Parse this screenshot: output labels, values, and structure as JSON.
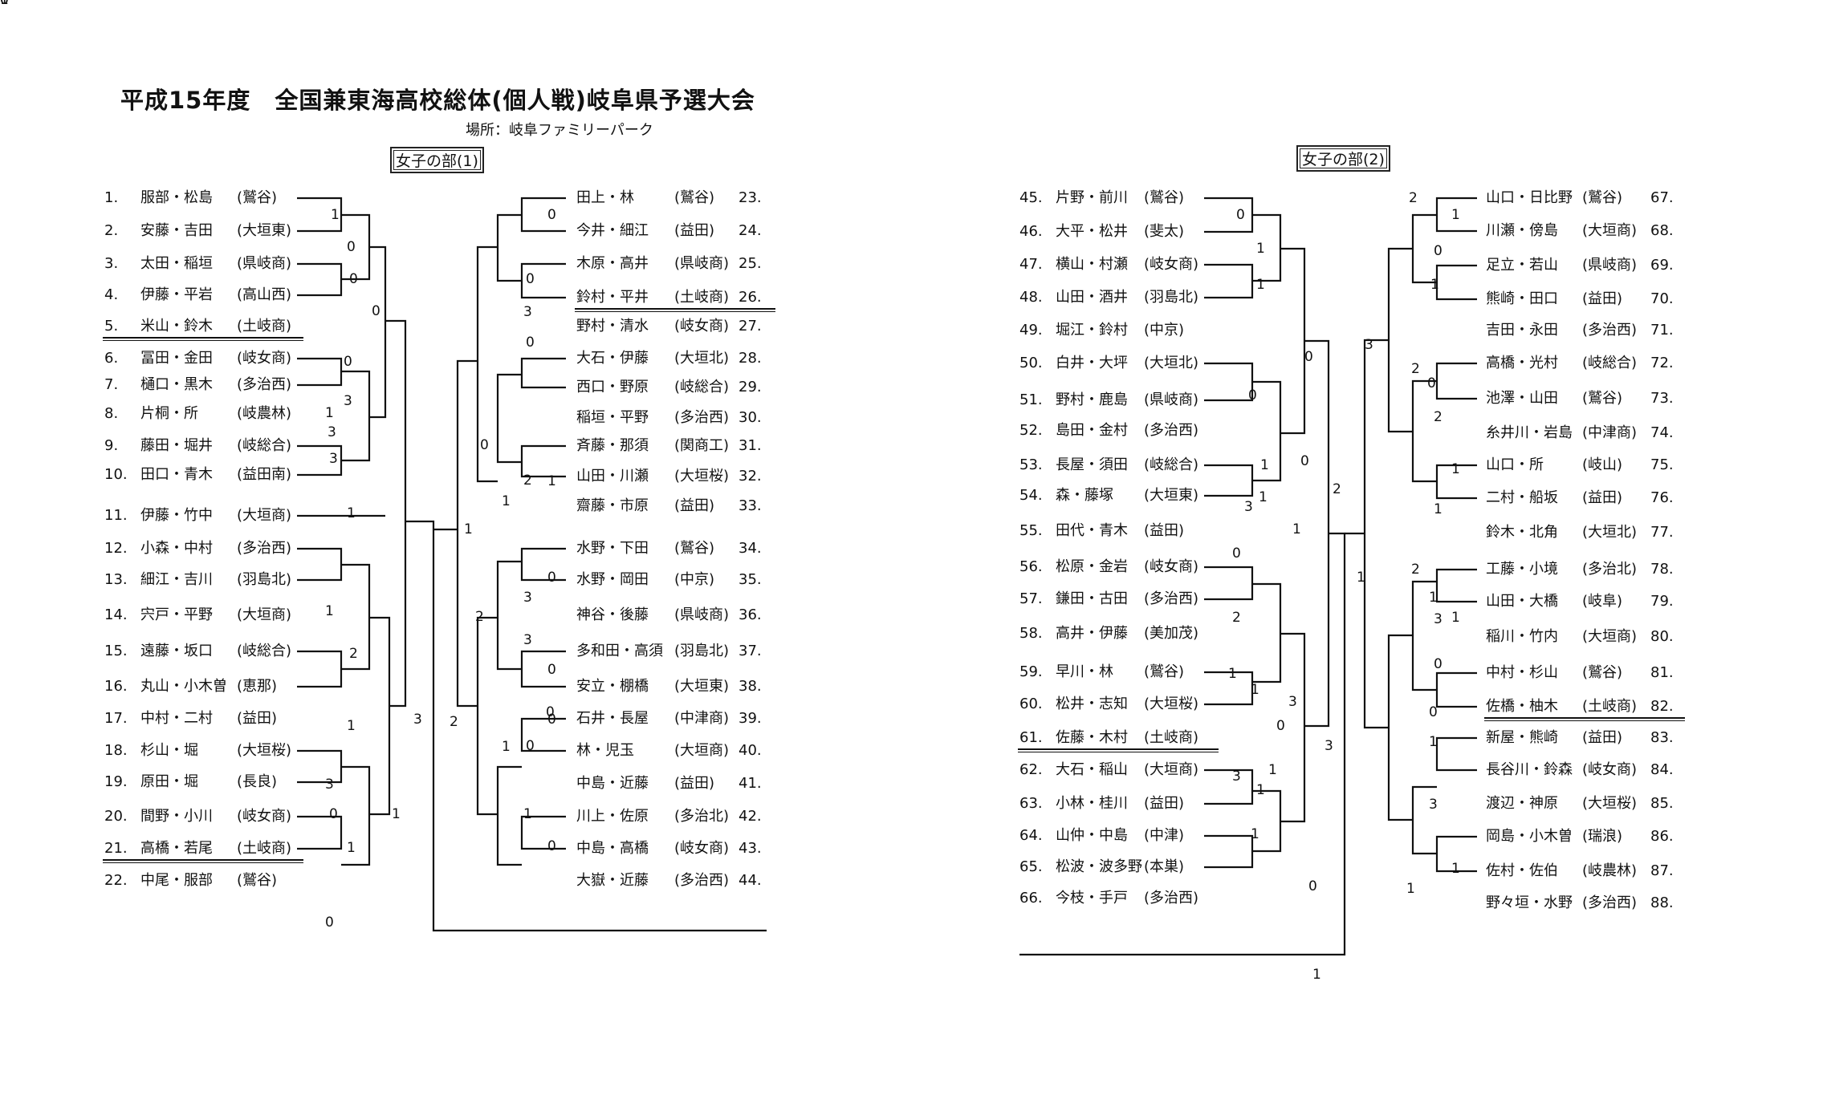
{
  "header": {
    "title": "平成15年度　全国兼東海高校総体(個人戦)岐阜県予選大会",
    "venue": "場所：岐阜ファミリーパーク"
  },
  "sections": [
    {
      "label": "女子の部(1)"
    },
    {
      "label": "女子の部(2)"
    }
  ],
  "entries": [
    {
      "no": "1.",
      "names": "服部・松島",
      "school": "(鷲谷)"
    },
    {
      "no": "2.",
      "names": "安藤・吉田",
      "school": "(大垣東)"
    },
    {
      "no": "3.",
      "names": "太田・稲垣",
      "school": "(県岐商)"
    },
    {
      "no": "4.",
      "names": "伊藤・平岩",
      "school": "(高山西)"
    },
    {
      "no": "5.",
      "names": "米山・鈴木",
      "school": "(土岐商)"
    },
    {
      "no": "6.",
      "names": "冨田・金田",
      "school": "(岐女商)"
    },
    {
      "no": "7.",
      "names": "樋口・黒木",
      "school": "(多治西)"
    },
    {
      "no": "8.",
      "names": "片桐・所",
      "school": "(岐農林)"
    },
    {
      "no": "9.",
      "names": "藤田・堀井",
      "school": "(岐総合)"
    },
    {
      "no": "10.",
      "names": "田口・青木",
      "school": "(益田南)"
    },
    {
      "no": "11.",
      "names": "伊藤・竹中",
      "school": "(大垣商)"
    },
    {
      "no": "12.",
      "names": "小森・中村",
      "school": "(多治西)"
    },
    {
      "no": "13.",
      "names": "細江・吉川",
      "school": "(羽島北)"
    },
    {
      "no": "14.",
      "names": "宍戸・平野",
      "school": "(大垣商)"
    },
    {
      "no": "15.",
      "names": "遠藤・坂口",
      "school": "(岐総合)"
    },
    {
      "no": "16.",
      "names": "丸山・小木曽",
      "school": "(恵那)"
    },
    {
      "no": "17.",
      "names": "中村・二村",
      "school": "(益田)"
    },
    {
      "no": "18.",
      "names": "杉山・堀",
      "school": "(大垣桜)"
    },
    {
      "no": "19.",
      "names": "原田・堀",
      "school": "(長良)"
    },
    {
      "no": "20.",
      "names": "間野・小川",
      "school": "(岐女商)"
    },
    {
      "no": "21.",
      "names": "高橋・若尾",
      "school": "(土岐商)"
    },
    {
      "no": "22.",
      "names": "中尾・服部",
      "school": "(鷲谷)"
    },
    {
      "no": "23.",
      "names": "田上・林",
      "school": "(鷲谷)"
    },
    {
      "no": "24.",
      "names": "今井・細江",
      "school": "(益田)"
    },
    {
      "no": "25.",
      "names": "木原・高井",
      "school": "(県岐商)"
    },
    {
      "no": "26.",
      "names": "鈴村・平井",
      "school": "(土岐商)"
    },
    {
      "no": "27.",
      "names": "野村・清水",
      "school": "(岐女商)"
    },
    {
      "no": "28.",
      "names": "大石・伊藤",
      "school": "(大垣北)"
    },
    {
      "no": "29.",
      "names": "西口・野原",
      "school": "(岐総合)"
    },
    {
      "no": "30.",
      "names": "稲垣・平野",
      "school": "(多治西)"
    },
    {
      "no": "31.",
      "names": "斉藤・那須",
      "school": "(関商工)"
    },
    {
      "no": "32.",
      "names": "山田・川瀬",
      "school": "(大垣桜)"
    },
    {
      "no": "33.",
      "names": "齋藤・市原",
      "school": "(益田)"
    },
    {
      "no": "34.",
      "names": "水野・下田",
      "school": "(鷲谷)"
    },
    {
      "no": "35.",
      "names": "水野・岡田",
      "school": "(中京)"
    },
    {
      "no": "36.",
      "names": "神谷・後藤",
      "school": "(県岐商)"
    },
    {
      "no": "37.",
      "names": "多和田・高須",
      "school": "(羽島北)"
    },
    {
      "no": "38.",
      "names": "安立・棚橋",
      "school": "(大垣東)"
    },
    {
      "no": "39.",
      "names": "石井・長屋",
      "school": "(中津商)"
    },
    {
      "no": "40.",
      "names": "林・児玉",
      "school": "(大垣商)"
    },
    {
      "no": "41.",
      "names": "中島・近藤",
      "school": "(益田)"
    },
    {
      "no": "42.",
      "names": "川上・佐原",
      "school": "(多治北)"
    },
    {
      "no": "43.",
      "names": "中島・高橋",
      "school": "(岐女商)"
    },
    {
      "no": "44.",
      "names": "大嶽・近藤",
      "school": "(多治西)"
    },
    {
      "no": "45.",
      "names": "片野・前川",
      "school": "(鷲谷)"
    },
    {
      "no": "46.",
      "names": "大平・松井",
      "school": "(斐太)"
    },
    {
      "no": "47.",
      "names": "横山・村瀬",
      "school": "(岐女商)"
    },
    {
      "no": "48.",
      "names": "山田・酒井",
      "school": "(羽島北)"
    },
    {
      "no": "49.",
      "names": "堀江・鈴村",
      "school": "(中京)"
    },
    {
      "no": "50.",
      "names": "白井・大坪",
      "school": "(大垣北)"
    },
    {
      "no": "51.",
      "names": "野村・鹿島",
      "school": "(県岐商)"
    },
    {
      "no": "52.",
      "names": "島田・金村",
      "school": "(多治西)"
    },
    {
      "no": "53.",
      "names": "長屋・須田",
      "school": "(岐総合)"
    },
    {
      "no": "54.",
      "names": "森・藤塚",
      "school": "(大垣東)"
    },
    {
      "no": "55.",
      "names": "田代・青木",
      "school": "(益田)"
    },
    {
      "no": "56.",
      "names": "松原・金岩",
      "school": "(岐女商)"
    },
    {
      "no": "57.",
      "names": "鎌田・古田",
      "school": "(多治西)"
    },
    {
      "no": "58.",
      "names": "高井・伊藤",
      "school": "(美加茂)"
    },
    {
      "no": "59.",
      "names": "早川・林",
      "school": "(鷲谷)"
    },
    {
      "no": "60.",
      "names": "松井・志知",
      "school": "(大垣桜)"
    },
    {
      "no": "61.",
      "names": "佐藤・木村",
      "school": "(土岐商)"
    },
    {
      "no": "62.",
      "names": "大石・稲山",
      "school": "(大垣商)"
    },
    {
      "no": "63.",
      "names": "小林・桂川",
      "school": "(益田)"
    },
    {
      "no": "64.",
      "names": "山仲・中島",
      "school": "(中津)"
    },
    {
      "no": "65.",
      "names": "松波・波多野",
      "school": "(本巣)"
    },
    {
      "no": "66.",
      "names": "今枝・手戸",
      "school": "(多治西)"
    },
    {
      "no": "67.",
      "names": "山口・日比野",
      "school": "(鷲谷)"
    },
    {
      "no": "68.",
      "names": "川瀬・傍島",
      "school": "(大垣商)"
    },
    {
      "no": "69.",
      "names": "足立・若山",
      "school": "(県岐商)"
    },
    {
      "no": "70.",
      "names": "熊崎・田口",
      "school": "(益田)"
    },
    {
      "no": "71.",
      "names": "吉田・永田",
      "school": "(多治西)"
    },
    {
      "no": "72.",
      "names": "高橋・光村",
      "school": "(岐総合)"
    },
    {
      "no": "73.",
      "names": "池澤・山田",
      "school": "(鷲谷)"
    },
    {
      "no": "74.",
      "names": "糸井川・岩島",
      "school": "(中津商)"
    },
    {
      "no": "75.",
      "names": "山口・所",
      "school": "(岐山)"
    },
    {
      "no": "76.",
      "names": "二村・船坂",
      "school": "(益田)"
    },
    {
      "no": "77.",
      "names": "鈴木・北角",
      "school": "(大垣北)"
    },
    {
      "no": "78.",
      "names": "工藤・小境",
      "school": "(多治北)"
    },
    {
      "no": "79.",
      "names": "山田・大橋",
      "school": "(岐阜)"
    },
    {
      "no": "80.",
      "names": "稲川・竹内",
      "school": "(大垣商)"
    },
    {
      "no": "81.",
      "names": "中村・杉山",
      "school": "(鷲谷)"
    },
    {
      "no": "82.",
      "names": "佐橋・柚木",
      "school": "(土岐商)"
    },
    {
      "no": "83.",
      "names": "新屋・熊崎",
      "school": "(益田)"
    },
    {
      "no": "84.",
      "names": "長谷川・鈴森",
      "school": "(岐女商)"
    },
    {
      "no": "85.",
      "names": "渡辺・神原",
      "school": "(大垣桜)"
    },
    {
      "no": "86.",
      "names": "岡島・小木曽",
      "school": "(瑞浪)"
    },
    {
      "no": "87.",
      "names": "佐村・佐伯",
      "school": "(岐農林)"
    },
    {
      "no": "88.",
      "names": "野々垣・水野",
      "school": "(多治西)"
    }
  ],
  "scores": [
    "1",
    "0",
    "0",
    "0",
    "0",
    "3",
    "1",
    "3",
    "3",
    "1",
    "2",
    "1",
    "1",
    "3",
    "1",
    "0",
    "1",
    "3",
    "0",
    "0",
    "0",
    "3",
    "0",
    "0",
    "2",
    "1",
    "1",
    "3",
    "0",
    "0",
    "0",
    "1",
    "1",
    "0",
    "2",
    "3",
    "0",
    "0",
    "2",
    "1",
    "0",
    "1",
    "1",
    "0",
    "1",
    "1",
    "3",
    "0",
    "2",
    "1",
    "1",
    "3",
    "1",
    "1",
    "0",
    "1",
    "1",
    "0",
    "0",
    "3",
    "2",
    "3",
    "1",
    "2",
    "1",
    "0",
    "1",
    "2",
    "0",
    "2",
    "1",
    "1",
    "2",
    "1",
    "3",
    "1",
    "0",
    "0",
    "1",
    "3",
    "1",
    "1",
    "3",
    "1",
    "0",
    "0",
    "1",
    "0"
  ]
}
